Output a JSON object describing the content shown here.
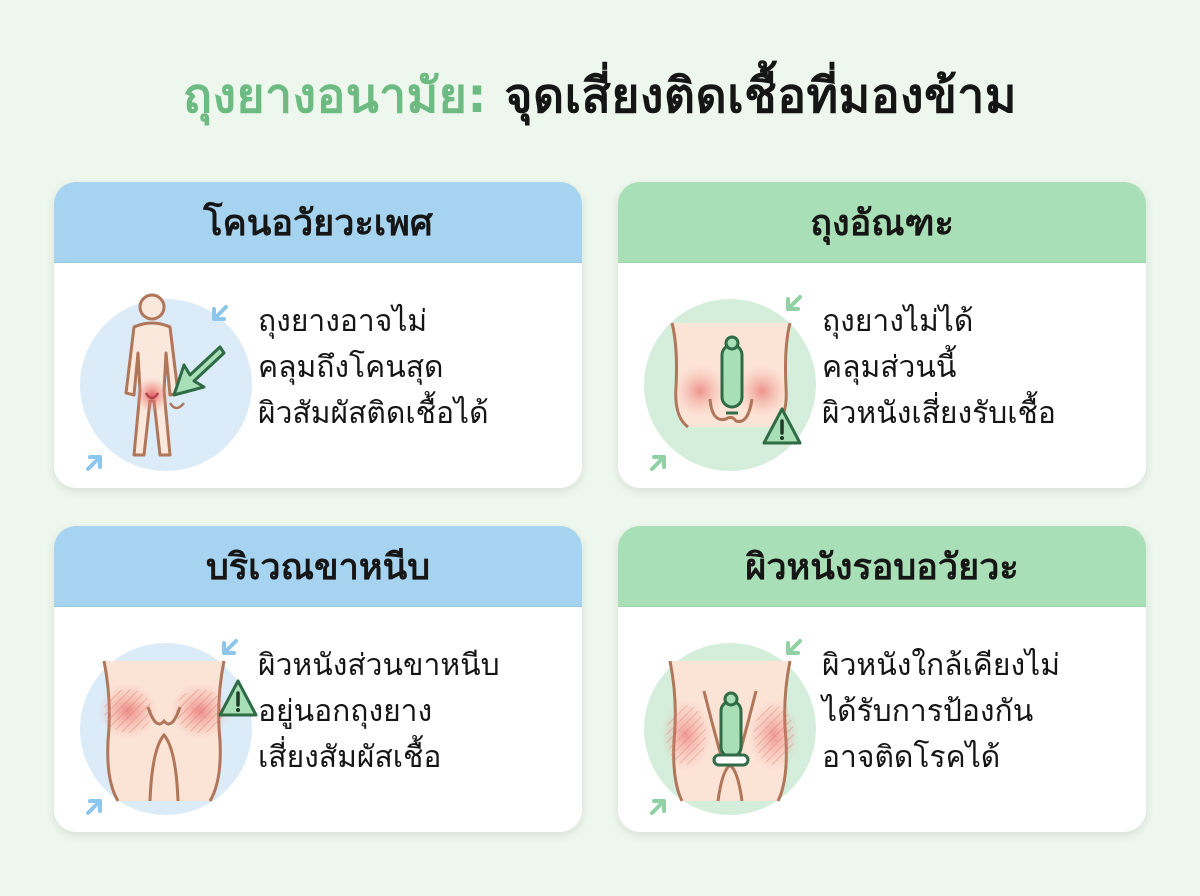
{
  "title": {
    "accent": "ถุงยางอนามัย:",
    "main": "จุดเสี่ยงติดเชื้อที่มองข้าม"
  },
  "cards": [
    {
      "heading": "โคนอวัยวะเพศ",
      "lines": [
        "ถุงยางอาจไม่",
        "คลุมถึงโคนสุด",
        "ผิวสัมผัสติดเชื้อได้"
      ],
      "theme": "#a6d3ef",
      "icon": "body-figure-icon"
    },
    {
      "heading": "ถุงอัณฑะ",
      "lines": [
        "ถุงยางไม่ได้",
        "คลุมส่วนนี้",
        "ผิวหนังเสี่ยงรับเชื้อ"
      ],
      "theme": "#a9dfb6",
      "icon": "condom-warning-icon"
    },
    {
      "heading": "บริเวณขาหนีบ",
      "lines": [
        "ผิวหนังส่วนขาหนีบ",
        "อยู่นอกถุงยาง",
        "เสี่ยงสัมผัสเชื้อ"
      ],
      "theme": "#a6d3ef",
      "icon": "groin-warning-icon"
    },
    {
      "heading": "ผิวหนังรอบอวัยวะ",
      "lines": [
        "ผิวหนังใกล้เคียงไม่",
        "ได้รับการป้องกัน",
        "อาจติดโรคได้"
      ],
      "theme": "#a9dfb6",
      "icon": "condom-skin-icon"
    }
  ]
}
